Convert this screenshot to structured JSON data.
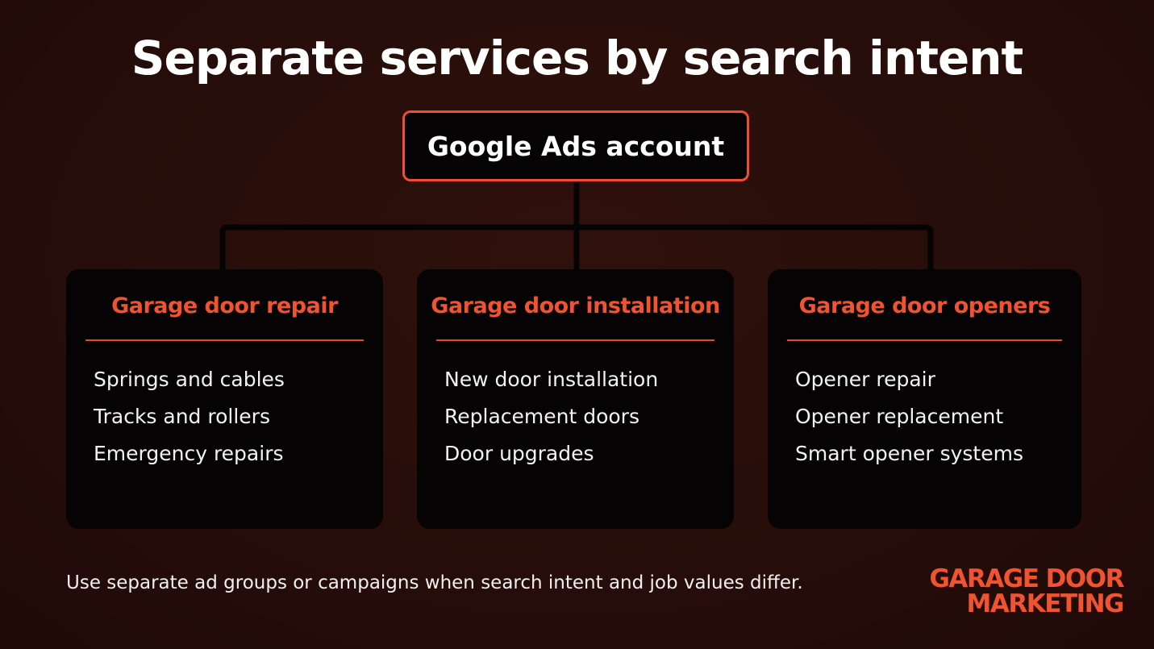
{
  "title": "Separate services by search intent",
  "root": {
    "label": "Google Ads account"
  },
  "cards": [
    {
      "title": "Garage door repair",
      "items": [
        "Springs and cables",
        "Tracks and rollers",
        "Emergency repairs"
      ]
    },
    {
      "title": "Garage door installation",
      "items": [
        "New door installation",
        "Replacement doors",
        "Door upgrades"
      ]
    },
    {
      "title": "Garage door openers",
      "items": [
        "Opener repair",
        "Opener replacement",
        "Smart opener systems"
      ]
    }
  ],
  "footer": {
    "note": "Use separate ad groups or campaigns when search intent and job values differ."
  },
  "brand": {
    "line1": "GARAGE DOOR",
    "line2": "MARKETING"
  },
  "colors": {
    "accent": "#f0532f",
    "background": "#2a0f0b",
    "card": "#050303",
    "text": "#ffffff"
  }
}
